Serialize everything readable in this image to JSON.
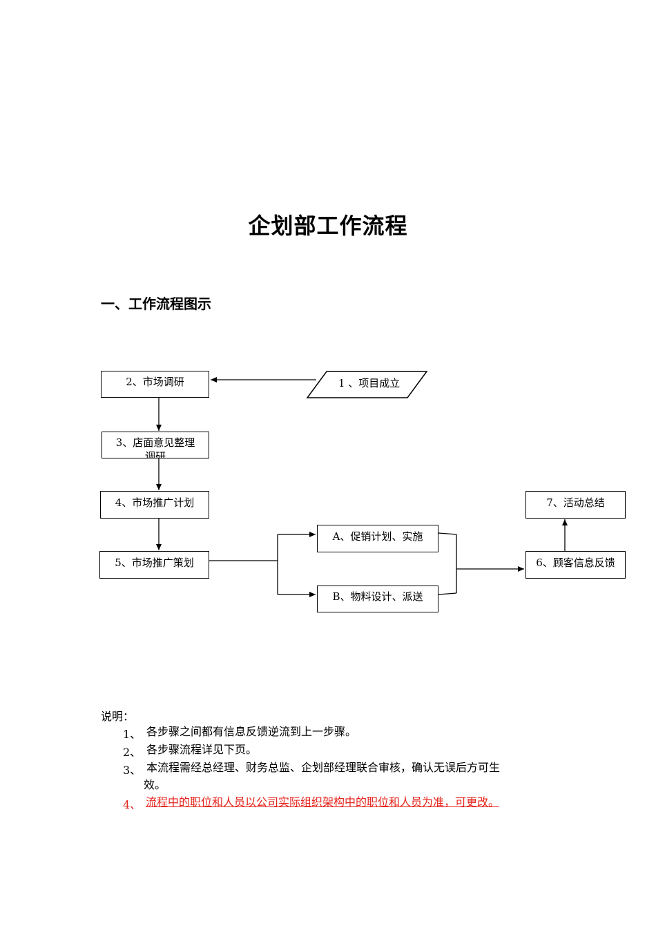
{
  "title": "企划部工作流程",
  "section_heading": "一、工作流程图示",
  "flow": {
    "step1": "1 、项目成立",
    "step2": "2、市场调研",
    "step3_line1": "3、店面意见整理",
    "step3_line2": "调研",
    "step4": "4、市场推广计划",
    "step5": "5、市场推广策划",
    "stepA": "A、促销计划、实施",
    "stepB": "B、物料设计、派送",
    "step6": "6、顾客信息反馈",
    "step7": "7、活动总结"
  },
  "notes": {
    "heading": "说明：",
    "items": [
      {
        "num": "1、",
        "text": "各步骤之间都有信息反馈逆流到上一步骤。"
      },
      {
        "num": "2、",
        "text": "各步骤流程详见下页。"
      },
      {
        "num": "3、",
        "text": "本流程需经总经理、财务总监、企划部经理联合审核，确认无误后方可生",
        "cont": "效。"
      },
      {
        "num": "4、",
        "text": "流程中的职位和人员以公司实际组织架构中的职位和人员为准，可更改。"
      }
    ]
  },
  "colors": {
    "highlight": "#e6231b",
    "line": "#000000"
  }
}
